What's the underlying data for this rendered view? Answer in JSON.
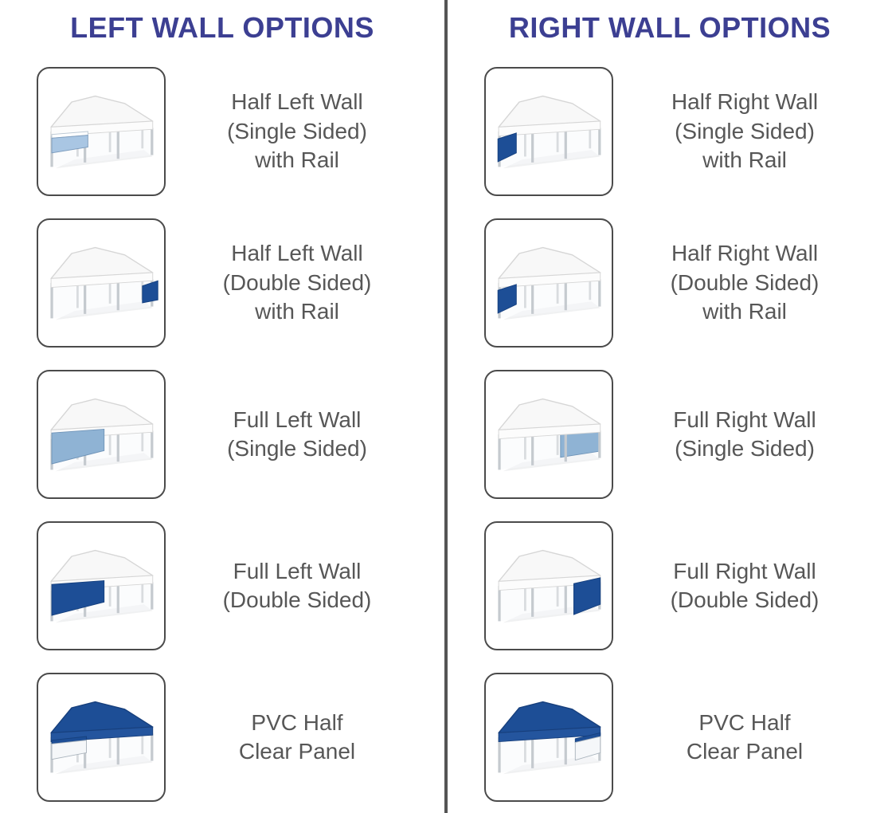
{
  "colors": {
    "heading": "#3c3f92",
    "label_text": "#575757",
    "divider": "#555555",
    "thumb_border": "#4b4b4b",
    "navy_panel": "#1d4e96",
    "light_blue_panel": "#a9c6e3",
    "steel_blue_panel": "#8fb3d4",
    "clear_panel": "#f5f7f9",
    "white_roof": "#f8f8f8"
  },
  "columns": [
    {
      "header": "LEFT WALL OPTIONS",
      "rows": [
        {
          "label": "Half Left Wall\n(Single Sided)\nwith Rail",
          "image": "tent-half-left-single-rail"
        },
        {
          "label": "Half Left Wall\n(Double Sided)\nwith Rail",
          "image": "tent-half-left-double-rail"
        },
        {
          "label": "Full Left Wall\n(Single Sided)",
          "image": "tent-full-left-single"
        },
        {
          "label": "Full Left Wall\n(Double Sided)",
          "image": "tent-full-left-double"
        },
        {
          "label": "PVC Half\nClear Panel",
          "image": "tent-pvc-half-clear-left"
        }
      ]
    },
    {
      "header": "RIGHT WALL OPTIONS",
      "rows": [
        {
          "label": "Half Right Wall\n(Single Sided)\nwith Rail",
          "image": "tent-half-right-single-rail"
        },
        {
          "label": "Half Right Wall\n(Double Sided)\nwith Rail",
          "image": "tent-half-right-double-rail"
        },
        {
          "label": "Full Right Wall\n(Single Sided)",
          "image": "tent-full-right-single"
        },
        {
          "label": "Full Right Wall\n(Double Sided)",
          "image": "tent-full-right-double"
        },
        {
          "label": "PVC Half\nClear Panel",
          "image": "tent-pvc-half-clear-right"
        }
      ]
    }
  ]
}
